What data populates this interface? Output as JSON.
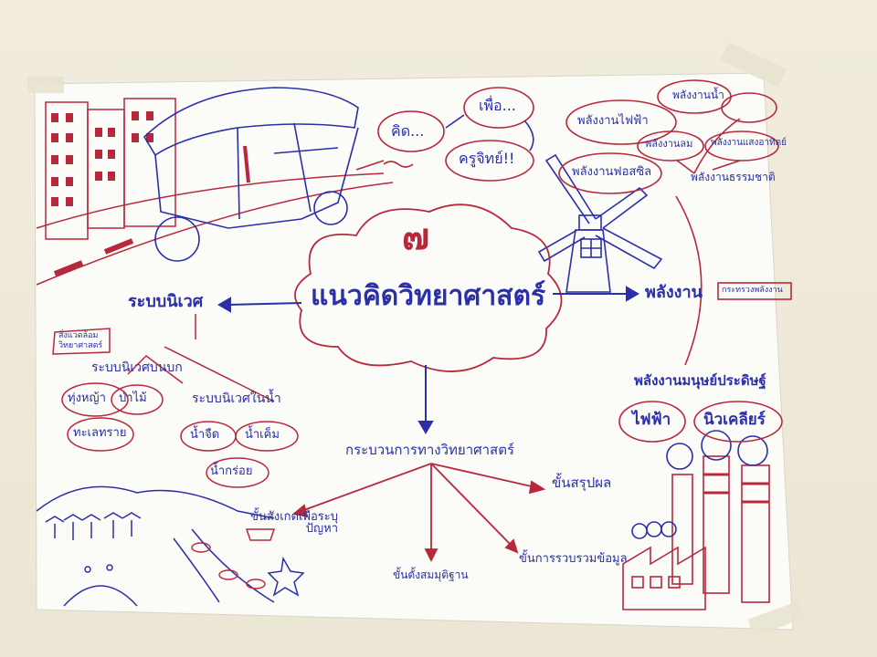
{
  "poster": {
    "center_number": "๗",
    "center_title": "แนวคิดวิทยาศาสตร์",
    "thought_bubbles": {
      "think": "คิด...",
      "for": "เพื่อ...",
      "teacher": "ครูจิทย์!!"
    },
    "energy": {
      "title": "พลังงาน",
      "subtitle": "กระทรวงพลังงาน",
      "types": [
        "พลังงานน้ำ",
        "พลังงานไฟฟ้า",
        "พลังงานลม",
        "พลังงานแสงอาทิตย์",
        "พลังงานฟอสซิล",
        "พลังงานธรรมชาติ"
      ],
      "man_made_title": "พลังงานมนุษย์ประดิษฐ์",
      "man_made": [
        "ไฟฟ้า",
        "นิวเคลียร์"
      ]
    },
    "ecosystem": {
      "title": "ระบบนิเวศ",
      "note_line1": "สิ่งแวดล้อม",
      "note_line2": "วิทยาศาสตร์",
      "land_title": "ระบบนิเวศบนบก",
      "land": [
        "ทุ่งหญ้า",
        "ป่าไม้",
        "ทะเลทราย"
      ],
      "water_title": "ระบบนิเวศในน้ำ",
      "water": [
        "น้ำจืด",
        "น้ำเค็ม",
        "น้ำกร่อย"
      ]
    },
    "process": {
      "title": "กระบวนการทางวิทยาศาสตร์",
      "steps": [
        "ขั้นสังเกตเพื่อระบุปัญหา",
        "ขั้นตั้งสมมุติฐาน",
        "ขั้นการรวบรวมข้อมูล",
        "ขั้นสรุปผล"
      ]
    },
    "colors": {
      "ink_blue": "#2b2fa8",
      "ink_red": "#b8283c",
      "paper": "#fbfbf8",
      "wall": "#efeadb"
    }
  }
}
